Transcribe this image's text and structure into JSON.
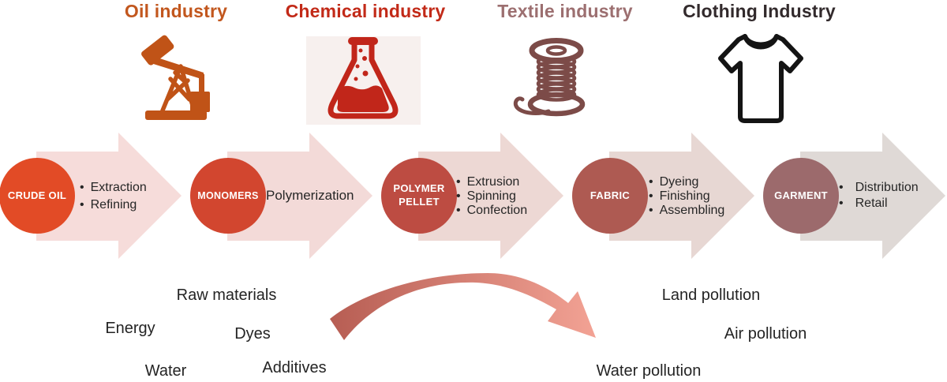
{
  "industries": [
    {
      "label": "Oil industry",
      "color": "#c2571e",
      "icon": "oil-pump"
    },
    {
      "label": "Chemical industry",
      "color": "#c22a18",
      "icon": "chemical-flask"
    },
    {
      "label": "Textile industry",
      "color": "#9c6f70",
      "icon": "thread-spool"
    },
    {
      "label": "Clothing Industry",
      "color": "#322a2c",
      "icon": "t-shirt"
    }
  ],
  "stages": [
    {
      "name": "CRUDE OIL",
      "circle_color": "#e24b26",
      "arrow_color": "#f6dcda",
      "steps": [
        "Extraction",
        "Refining"
      ]
    },
    {
      "name": "MONOMERS",
      "circle_color": "#d2462f",
      "arrow_color": "#f3dad8",
      "steps": [
        "Polymerization"
      ]
    },
    {
      "name": "POLYMER PELLET",
      "circle_color": "#bd4c42",
      "arrow_color": "#edd8d4",
      "steps": [
        "Extrusion",
        "Spinning",
        "Confection"
      ]
    },
    {
      "name": "FABRIC",
      "circle_color": "#ae5a52",
      "arrow_color": "#e7d7d3",
      "steps": [
        "Dyeing",
        "Finishing",
        "Assembling"
      ]
    },
    {
      "name": "GARMENT",
      "circle_color": "#9c6a6c",
      "arrow_color": "#dfd9d6",
      "steps": [
        "Distribution",
        "Retail"
      ]
    }
  ],
  "inputs": [
    "Raw materials",
    "Energy",
    "Dyes",
    "Water",
    "Additives"
  ],
  "outputs": [
    "Land pollution",
    "Air pollution",
    "Water pollution"
  ],
  "flow_arrow": {
    "gradient_start": "#b45a50",
    "gradient_end": "#f4a496"
  },
  "icon_colors": {
    "oil_pump": "#c05317",
    "chemical_flask": "#c1261a",
    "thread_spool": "#7c4b48",
    "t_shirt": "#141414"
  }
}
